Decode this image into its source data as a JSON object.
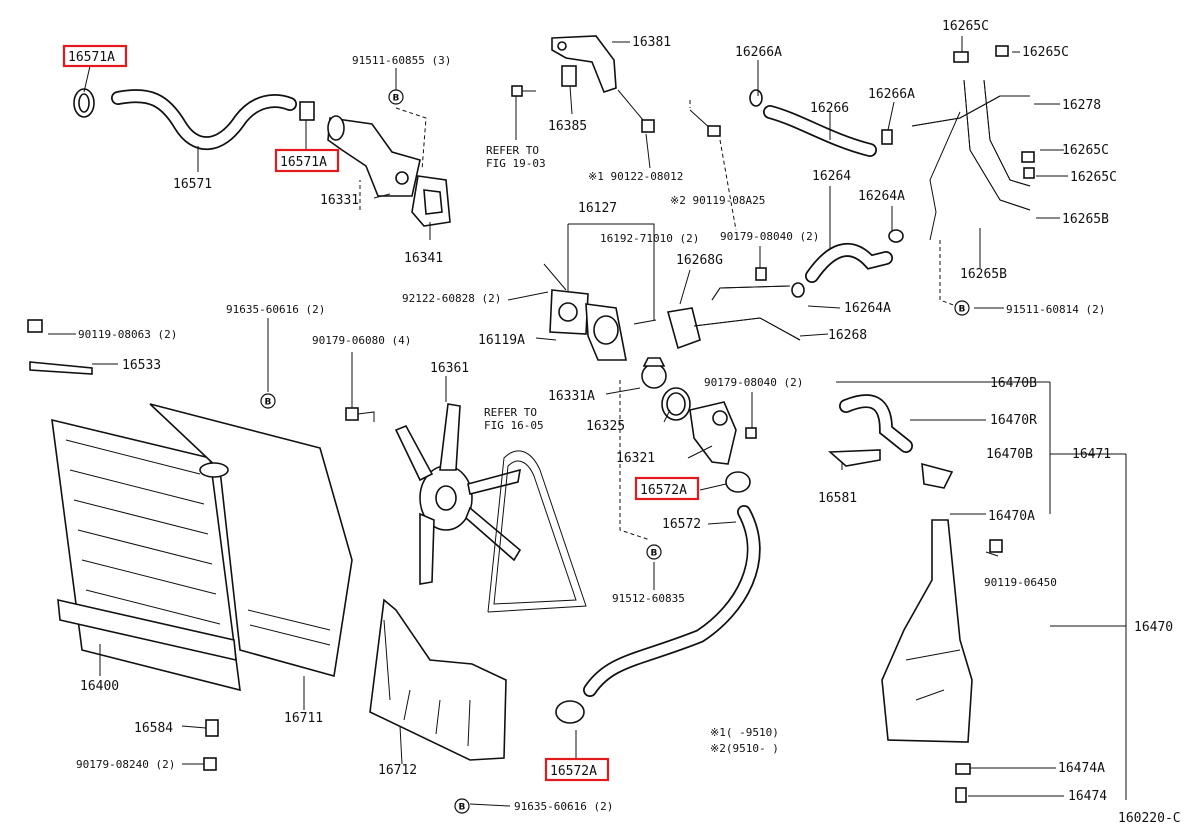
{
  "labels": {
    "p16571A_1": "16571A",
    "p16571A_2": "16571A",
    "p16571": "16571",
    "p91511_60855": "91511-60855 (3)",
    "p16331": "16331",
    "p16341": "16341",
    "p16381": "16381",
    "p16385": "16385",
    "refer19a": "REFER TO",
    "refer19b": "FIG 19-03",
    "p90122_08012": "※1 90122-08012",
    "p90119_08A25": "※2 90119-08A25",
    "p16266A_1": "16266A",
    "p16266": "16266",
    "p16266A_2": "16266A",
    "p16265C_1": "16265C",
    "p16265C_2": "16265C",
    "p16278": "16278",
    "p16265C_3": "16265C",
    "p16265C_4": "16265C",
    "p16264": "16264",
    "p16264A_1": "16264A",
    "p16265B_1": "16265B",
    "p16265B_2": "16265B",
    "p16127": "16127",
    "p16192_71010": "16192-71010 (2)",
    "p90179_08040_1": "90179-08040 (2)",
    "p16268G": "16268G",
    "p92122_60828": "92122-60828 (2)",
    "p16264A_2": "16264A",
    "p91511_60814": "91511-60814 (2)",
    "p91635_60616_1": "91635-60616 (2)",
    "p16119A": "16119A",
    "p16268": "16268",
    "p90119_08063": "90119-08063 (2)",
    "p90179_06080": "90179-06080 (4)",
    "p16533": "16533",
    "p16361": "16361",
    "p16331A": "16331A",
    "p90179_08040_2": "90179-08040 (2)",
    "p16470B_1": "16470B",
    "refer16a": "REFER TO",
    "refer16b": "FIG 16-05",
    "p16325": "16325",
    "p16470R": "16470R",
    "p16321": "16321",
    "p16470B_2": "16470B",
    "p16471": "16471",
    "p16572A_1": "16572A",
    "p16581": "16581",
    "p16572": "16572",
    "p16470A": "16470A",
    "p90119_06450": "90119-06450",
    "p91512_60835": "91512-60835",
    "p16470": "16470",
    "p16400": "16400",
    "p16711": "16711",
    "p16584": "16584",
    "note1": "※1(     -9510)",
    "note2": "※2(9510-     )",
    "p90179_08240": "90179-08240 (2)",
    "p16712": "16712",
    "p16572A_2": "16572A",
    "p16474A": "16474A",
    "p91635_60616_2": "91635-60616 (2)",
    "p16474": "16474",
    "figcode": "160220-C"
  },
  "b_marker": "B",
  "colors": {
    "highlight": "#e3191b",
    "ink": "#111111",
    "background": "#ffffff"
  }
}
